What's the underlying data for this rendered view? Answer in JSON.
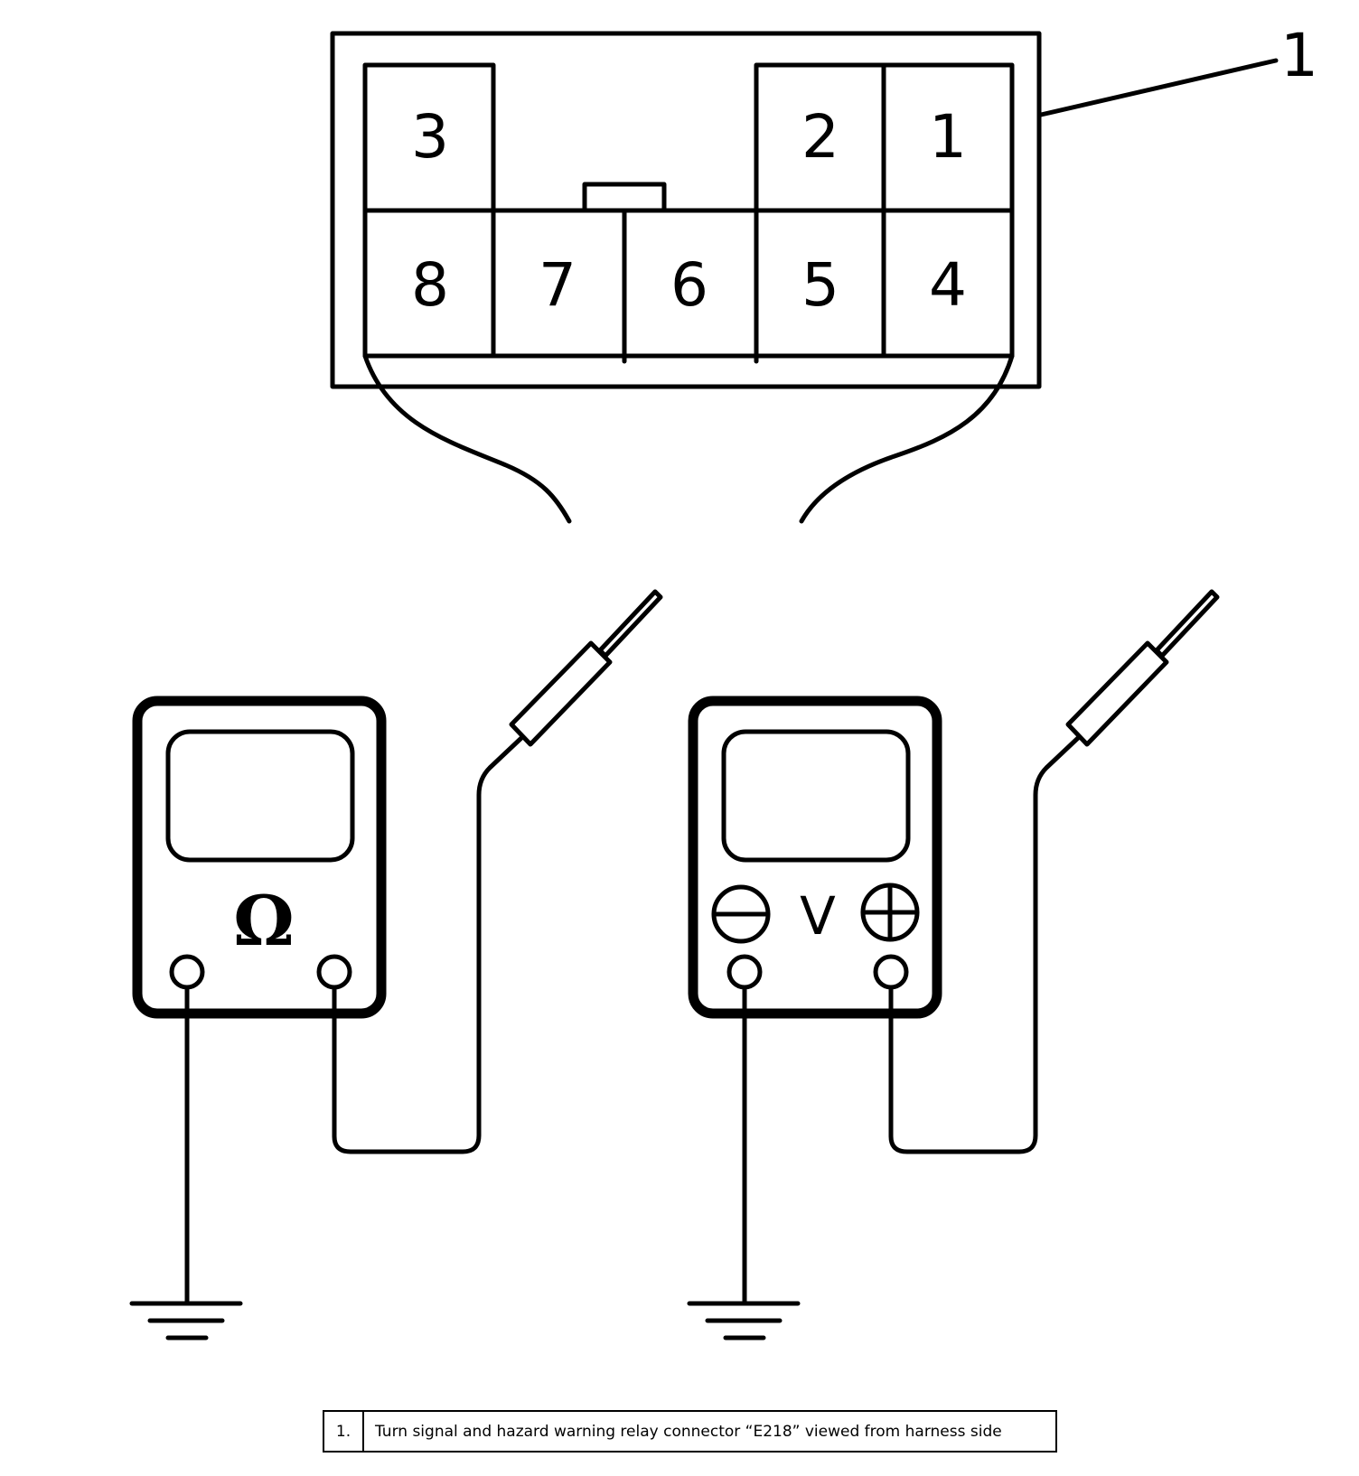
{
  "connector": {
    "pins": [
      "3",
      "2",
      "1",
      "8",
      "7",
      "6",
      "5",
      "4"
    ],
    "callout": "1"
  },
  "ohmmeter": {
    "symbol": "Ω"
  },
  "voltmeter": {
    "symbol": "V",
    "minus_icon": "minus-circle-icon",
    "plus_icon": "plus-circle-icon"
  },
  "legend": [
    {
      "num": "1.",
      "text": "Turn signal and hazard warning relay connector “E218” viewed from harness side"
    }
  ]
}
